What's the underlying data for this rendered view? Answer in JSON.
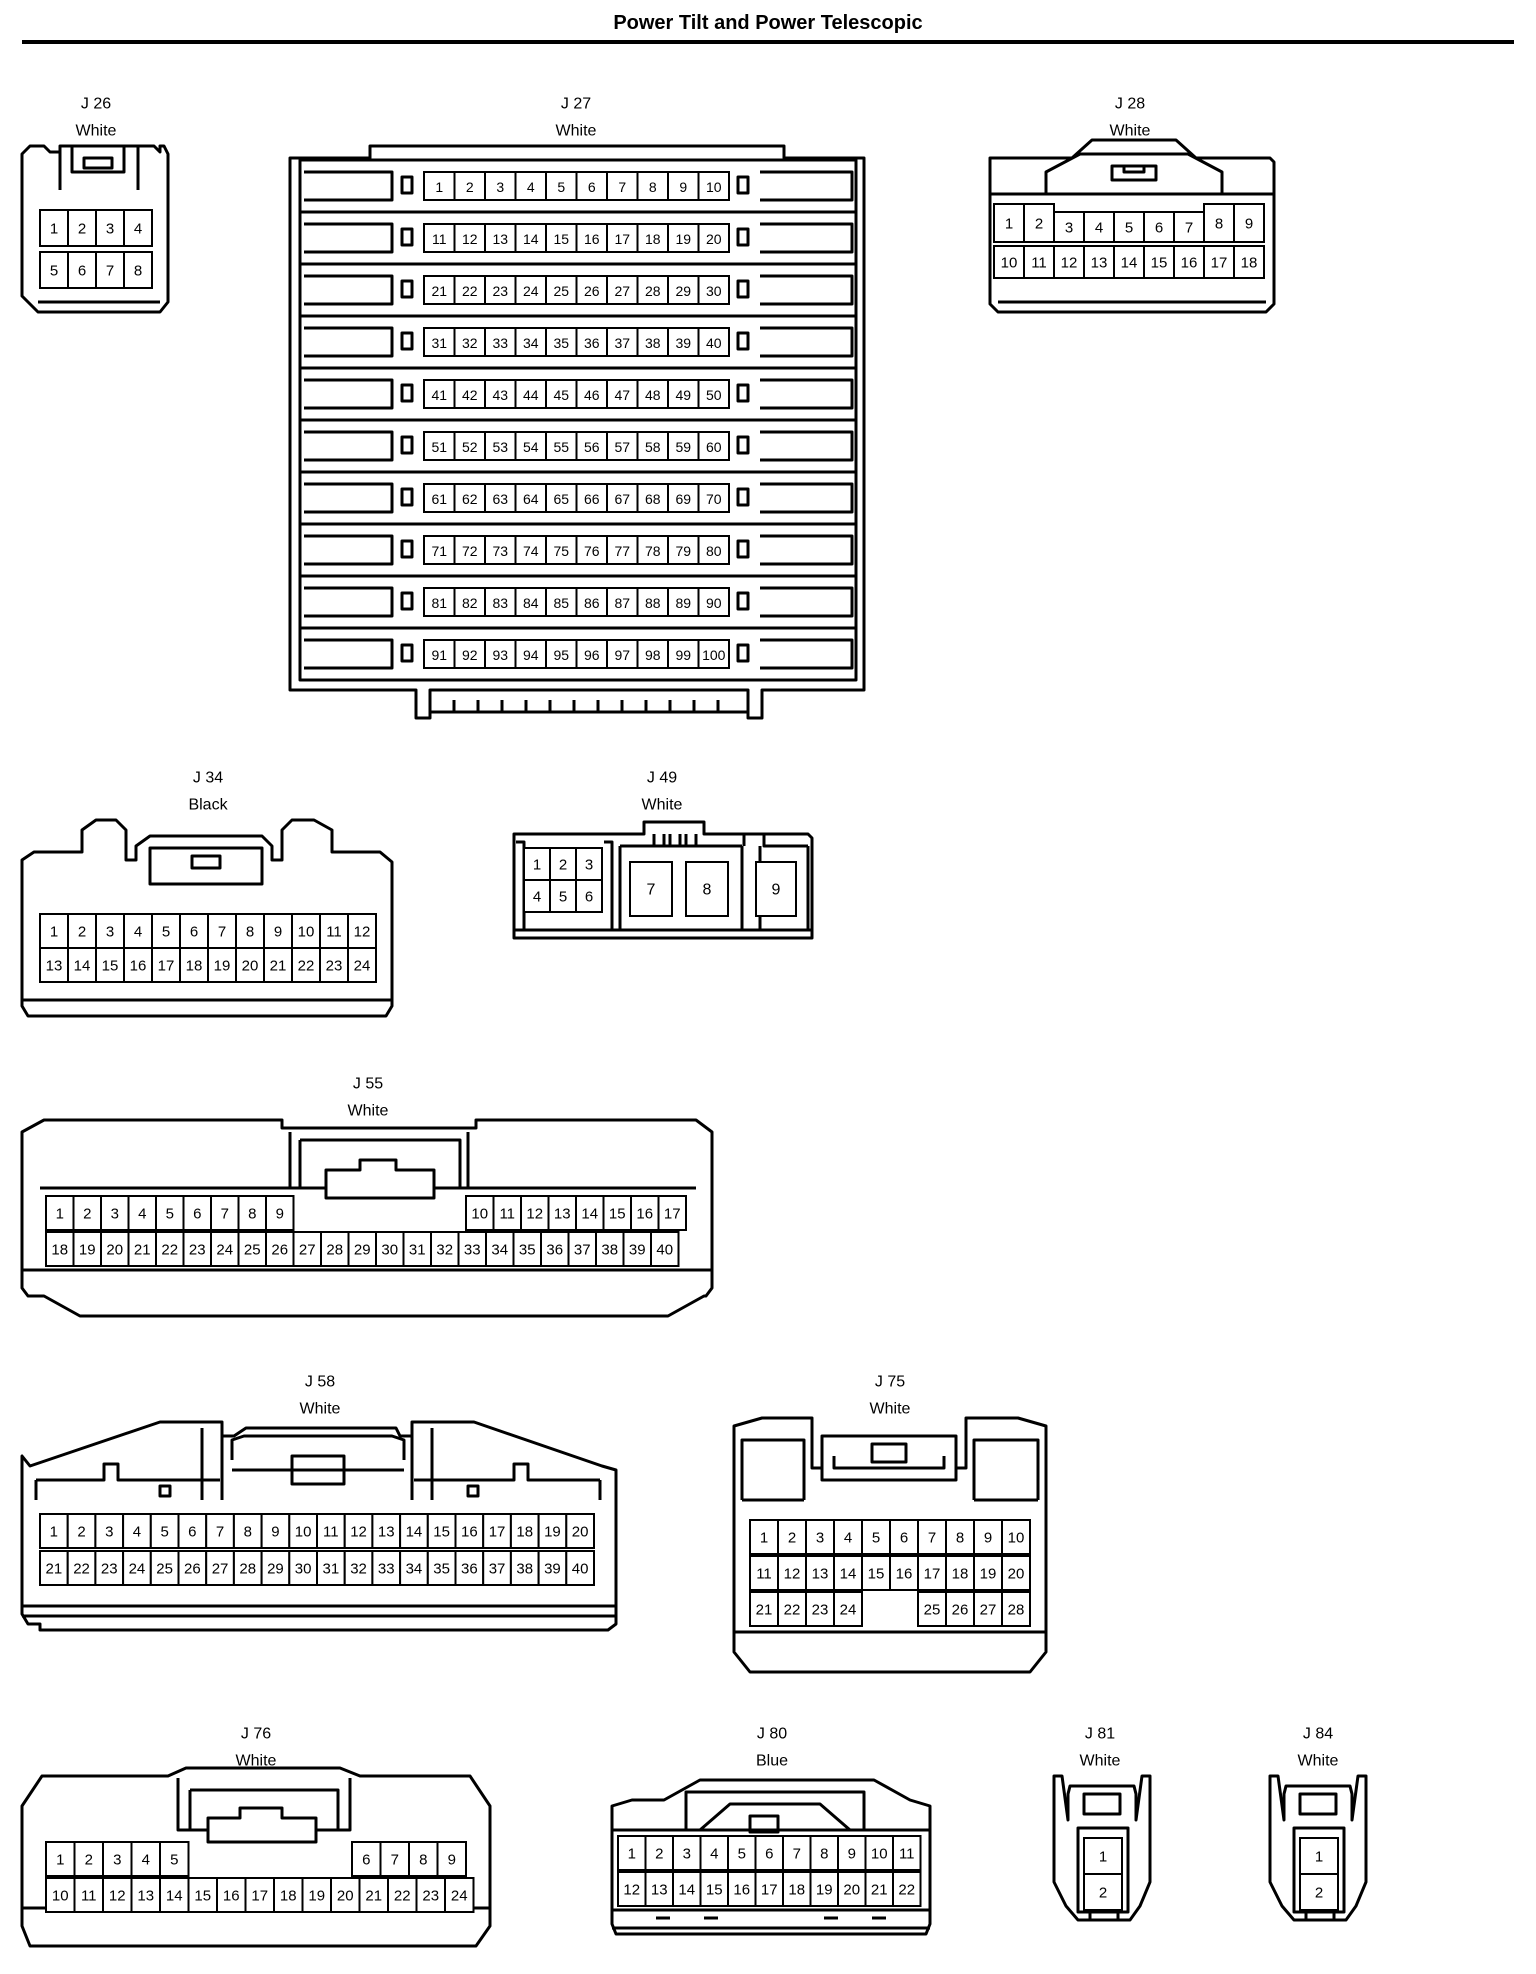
{
  "title": "Power Tilt and Power Telescopic",
  "connectors": [
    {
      "id": "J 26",
      "color": "White",
      "pins": [
        "1",
        "2",
        "3",
        "4",
        "5",
        "6",
        "7",
        "8"
      ]
    },
    {
      "id": "J 27",
      "color": "White",
      "pins": "1-100"
    },
    {
      "id": "J 28",
      "color": "White",
      "pins": [
        "1",
        "2",
        "3",
        "4",
        "5",
        "6",
        "7",
        "8",
        "9",
        "10",
        "11",
        "12",
        "13",
        "14",
        "15",
        "16",
        "17",
        "18"
      ]
    },
    {
      "id": "J 34",
      "color": "Black",
      "pins": "1-24"
    },
    {
      "id": "J 49",
      "color": "White",
      "pins": [
        "1",
        "2",
        "3",
        "4",
        "5",
        "6",
        "7",
        "8",
        "9"
      ]
    },
    {
      "id": "J 55",
      "color": "White",
      "pins": "1-40"
    },
    {
      "id": "J 58",
      "color": "White",
      "pins": "1-40"
    },
    {
      "id": "J 75",
      "color": "White",
      "pins": [
        "1",
        "2",
        "3",
        "4",
        "5",
        "6",
        "7",
        "8",
        "9",
        "10",
        "11",
        "12",
        "13",
        "14",
        "15",
        "16",
        "17",
        "18",
        "19",
        "20",
        "21",
        "22",
        "23",
        "24",
        "25",
        "26",
        "27",
        "28"
      ]
    },
    {
      "id": "J 76",
      "color": "White",
      "pins": "1-24"
    },
    {
      "id": "J 80",
      "color": "Blue",
      "pins": "1-22"
    },
    {
      "id": "J 81",
      "color": "White",
      "pins": [
        "1",
        "2"
      ]
    },
    {
      "id": "J 84",
      "color": "White",
      "pins": [
        "1",
        "2"
      ]
    }
  ]
}
